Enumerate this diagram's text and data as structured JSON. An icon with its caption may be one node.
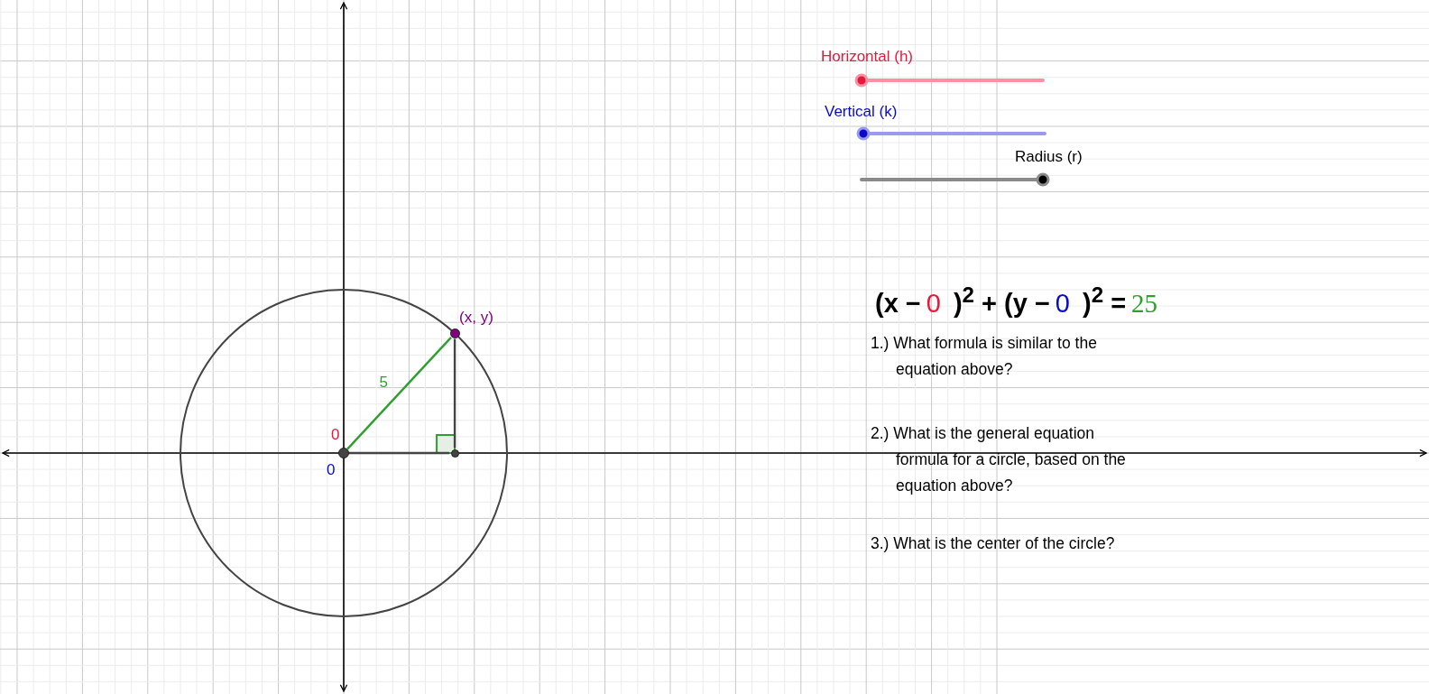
{
  "diagram": {
    "nodes": [
      {
        "text": [],
        "shape": "circle"
      },
      {
        "text": [],
        "shape": "circle",
        "beside": [
          "(x, y)"
        ]
      },
      {
        "text": [],
        "shape": "circle"
      }
    ],
    "edges": [
      {
        "from": 0,
        "to": 1,
        "arrow": "none",
        "label": "5",
        "color": "#2ea02e"
      },
      {
        "from": 1,
        "to": 2,
        "arrow": "none"
      },
      {
        "from": 0,
        "to": 2,
        "arrow": "none"
      }
    ],
    "labels": [
      "Horizontal (h)",
      "Vertical (k)",
      "Radius (r)",
      "0",
      "0",
      "(x −",
      "0",
      ")$^{2}$ + (y −",
      "0",
      ")$^{2}$ =",
      "25",
      "1.) What formula is similar to the equation above?",
      "2.) What is the general equation formula for a circle, based on the equation above?",
      "3.) What is the center of the circle?"
    ]
  }
}
